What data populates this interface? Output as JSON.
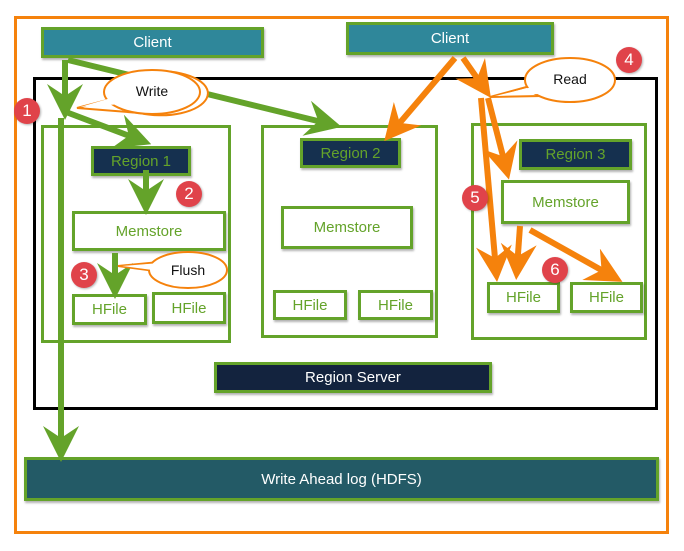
{
  "clients": {
    "write_client": "Client",
    "read_client": "Client"
  },
  "callouts": {
    "write": "Write",
    "read": "Read",
    "flush": "Flush"
  },
  "regions": [
    {
      "label": "Region 1",
      "memstore": "Memstore",
      "hfiles": [
        "HFile",
        "HFile"
      ]
    },
    {
      "label": "Region 2",
      "memstore": "Memstore",
      "hfiles": [
        "HFile",
        "HFile"
      ]
    },
    {
      "label": "Region 3",
      "memstore": "Memstore",
      "hfiles": [
        "HFile",
        "HFile"
      ]
    }
  ],
  "region_server": "Region Server",
  "wal": "Write Ahead log  (HDFS)",
  "steps": [
    "1",
    "2",
    "3",
    "4",
    "5",
    "6"
  ],
  "colors": {
    "write_flow": "#64a32a",
    "read_flow": "#f5820c",
    "badge": "#e0434a",
    "client": "#2f879a",
    "region_header": "#15304f",
    "region_server": "#13233e",
    "wal": "#235a66"
  }
}
